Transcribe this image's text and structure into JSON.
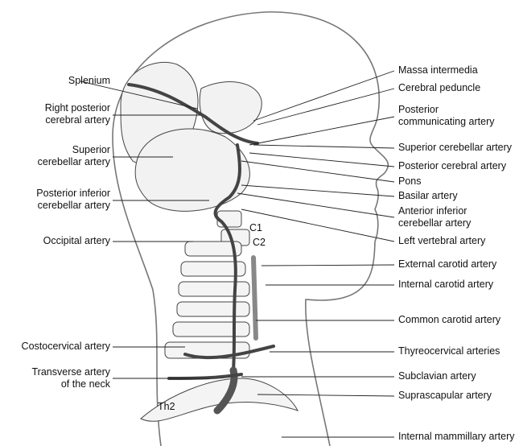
{
  "labels_right": [
    {
      "id": "massa-intermedia",
      "text": "Massa intermedia"
    },
    {
      "id": "cerebral-peduncle",
      "text": "Cerebral peduncle"
    },
    {
      "id": "posterior-communicating-artery",
      "lines": [
        "Posterior",
        "communicating artery"
      ]
    },
    {
      "id": "superior-cerebellar-artery-right",
      "text": "Superior cerebellar artery"
    },
    {
      "id": "posterior-cerebral-artery",
      "text": "Posterior cerebral artery"
    },
    {
      "id": "pons",
      "text": "Pons"
    },
    {
      "id": "basilar-artery",
      "text": "Basilar artery"
    },
    {
      "id": "anterior-inferior-cerebellar-artery",
      "lines": [
        "Anterior inferior",
        "cerebellar artery"
      ]
    },
    {
      "id": "left-vertebral-artery",
      "text": "Left vertebral artery"
    },
    {
      "id": "external-carotid-artery",
      "text": "External carotid artery"
    },
    {
      "id": "internal-carotid-artery",
      "text": "Internal carotid artery"
    },
    {
      "id": "common-carotid-artery",
      "text": "Common carotid artery"
    },
    {
      "id": "thyreocervical-arteries",
      "text": "Thyreocervical arteries"
    },
    {
      "id": "subclavian-artery",
      "text": "Subclavian artery"
    },
    {
      "id": "suprascapular-artery",
      "text": "Suprascapular artery"
    },
    {
      "id": "internal-mammillary-artery",
      "text": "Internal mammillary artery"
    }
  ],
  "labels_left": [
    {
      "id": "splenium",
      "text": "Splenium"
    },
    {
      "id": "right-posterior-cerebral-artery",
      "lines": [
        "Right posterior",
        "cerebral artery"
      ]
    },
    {
      "id": "superior-cerebellar-artery-left",
      "lines": [
        "Superior",
        "cerebellar artery"
      ]
    },
    {
      "id": "posterior-inferior-cerebellar-artery",
      "lines": [
        "Posterior inferior",
        "cerebellar artery"
      ]
    },
    {
      "id": "occipital-artery",
      "text": "Occipital artery"
    },
    {
      "id": "costocervical-artery",
      "text": "Costocervical artery"
    },
    {
      "id": "transverse-artery-of-the-neck",
      "lines": [
        "Transverse artery",
        "of the neck"
      ]
    }
  ],
  "vertebra_labels": {
    "c1": "C1",
    "c2": "C2",
    "th2": "Th2"
  }
}
